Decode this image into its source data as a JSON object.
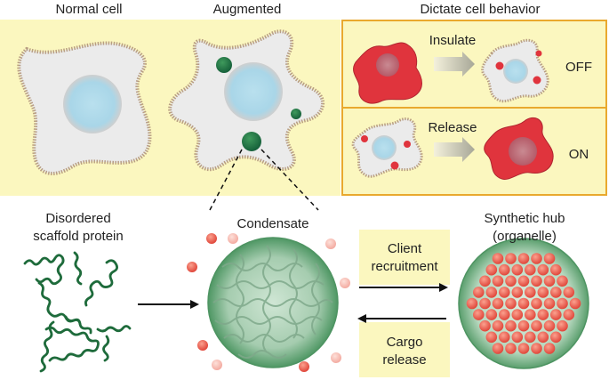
{
  "labels": {
    "normal_cell": "Normal cell",
    "augmented": "Augmented",
    "dictate": "Dictate cell behavior",
    "insulate": "Insulate",
    "off": "OFF",
    "release": "Release",
    "on": "ON",
    "disordered_line1": "Disordered",
    "disordered_line2": "scaffold protein",
    "condensate": "Condensate",
    "hub_line1": "Synthetic hub",
    "hub_line2": "(organelle)",
    "client_line1": "Client",
    "client_line2": "recruitment",
    "cargo_line1": "Cargo",
    "cargo_line2": "release"
  },
  "colors": {
    "panel_yellow": "#fbf7bf",
    "panel_border_orange": "#e9a92e",
    "cell_fill": "#ebebeb",
    "nucleus_blue": "#a9d6e8",
    "red_cell": "#e0343d",
    "dark_green": "#1e6b3b",
    "condensate_green": "#9bc7a6",
    "cargo_red": "#ee5a4e"
  }
}
